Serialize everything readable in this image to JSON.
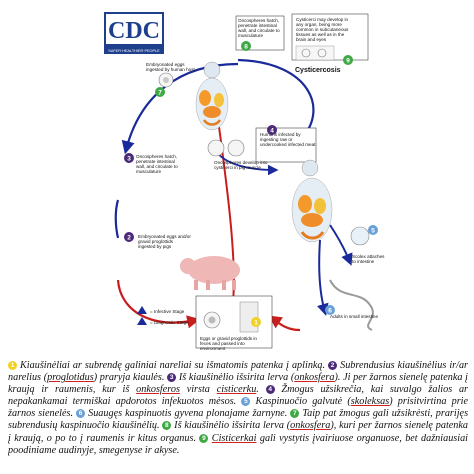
{
  "logo": {
    "text": "CDC",
    "tagline": "SAFER·HEALTHIER·PEOPLE"
  },
  "diagram": {
    "step_numbers": [
      "1",
      "2",
      "3",
      "4",
      "5",
      "6",
      "7",
      "8",
      "9"
    ],
    "boxes": {
      "oncospheres_top": "Oncospheres hatch, penetrate intestinal wall, and circulate to musculature",
      "cysticerci_top": "Cysticerci may develop in any organ, being more common in subcutaneous tissues as well as in the brain and eyes",
      "cysticercosis": "Cysticercosis",
      "embryonated_human": "Embryonated eggs ingested by human host",
      "humans_infected": "Humans infected by ingesting raw or undercooked infected meat",
      "oncospheres_pig": "Oncospheres develop into cysticerci in pig muscle",
      "oncospheres_left": "Oncospheres hatch, penetrate intestinal wall, and circulate to musculature",
      "scolex": "Scolex attaches to intestine",
      "embryonated_pig": "Embryonated eggs and/or gravid proglottids ingested by pigs",
      "adults": "Adults in small intestine",
      "eggs_feces": "Eggs or gravid proglottids in feces and passed into environment",
      "infective": "= Infective Stage",
      "diagnostic": "= Diagnostic Stage"
    }
  },
  "caption": {
    "s1": "Kiaušinėliai ar subrendę galiniai nareliai su išmatomis patenka į aplinką.",
    "s2a": "Subrendusius kiaušinėlius ir/ar narelius (",
    "s2u": "proglotidus",
    "s2b": ") praryja kiaulės.",
    "s3a": "Iš kiaušinėlio išsirita lerva (",
    "s3u": "onkosfera",
    "s3b": "). Ji per žarnos sienelę patenka į kraują ir raumenis, kur iš",
    "s3c": "onkosferos",
    "s3d": "virsta",
    "s3e": "cisticerku",
    "s3f": ".",
    "s4": "Žmogus užsikrečia, kai suvalgo žalios ar nepakankamai termiškai apdorotos infekuotos mėsos.",
    "s5a": "Kaspinuočio galvutė (",
    "s5u": "skoleksas",
    "s5b": ") prisitvirtina prie žarnos sienelės.",
    "s6": "Suaugęs kaspinuotis gyvena plonajame žarnyne.",
    "s7": "Taip pat žmogus gali užsikrėsti, prarijęs subrendusių kaspinuočio kiaušinėlių.",
    "s8a": "Iš kiaušinėlio išsirita lerva (",
    "s8u": "onkosfera",
    "s8b": "), kuri per žarnos sienelę patenka į kraują, o po to į raumenis ir kitus organus.",
    "s9a": "Cisticerkai",
    "s9b": "gali vystytis įvairiuose organuose, bet dažniausiai poodiniame audinyje, smegenyse ir akyse."
  }
}
